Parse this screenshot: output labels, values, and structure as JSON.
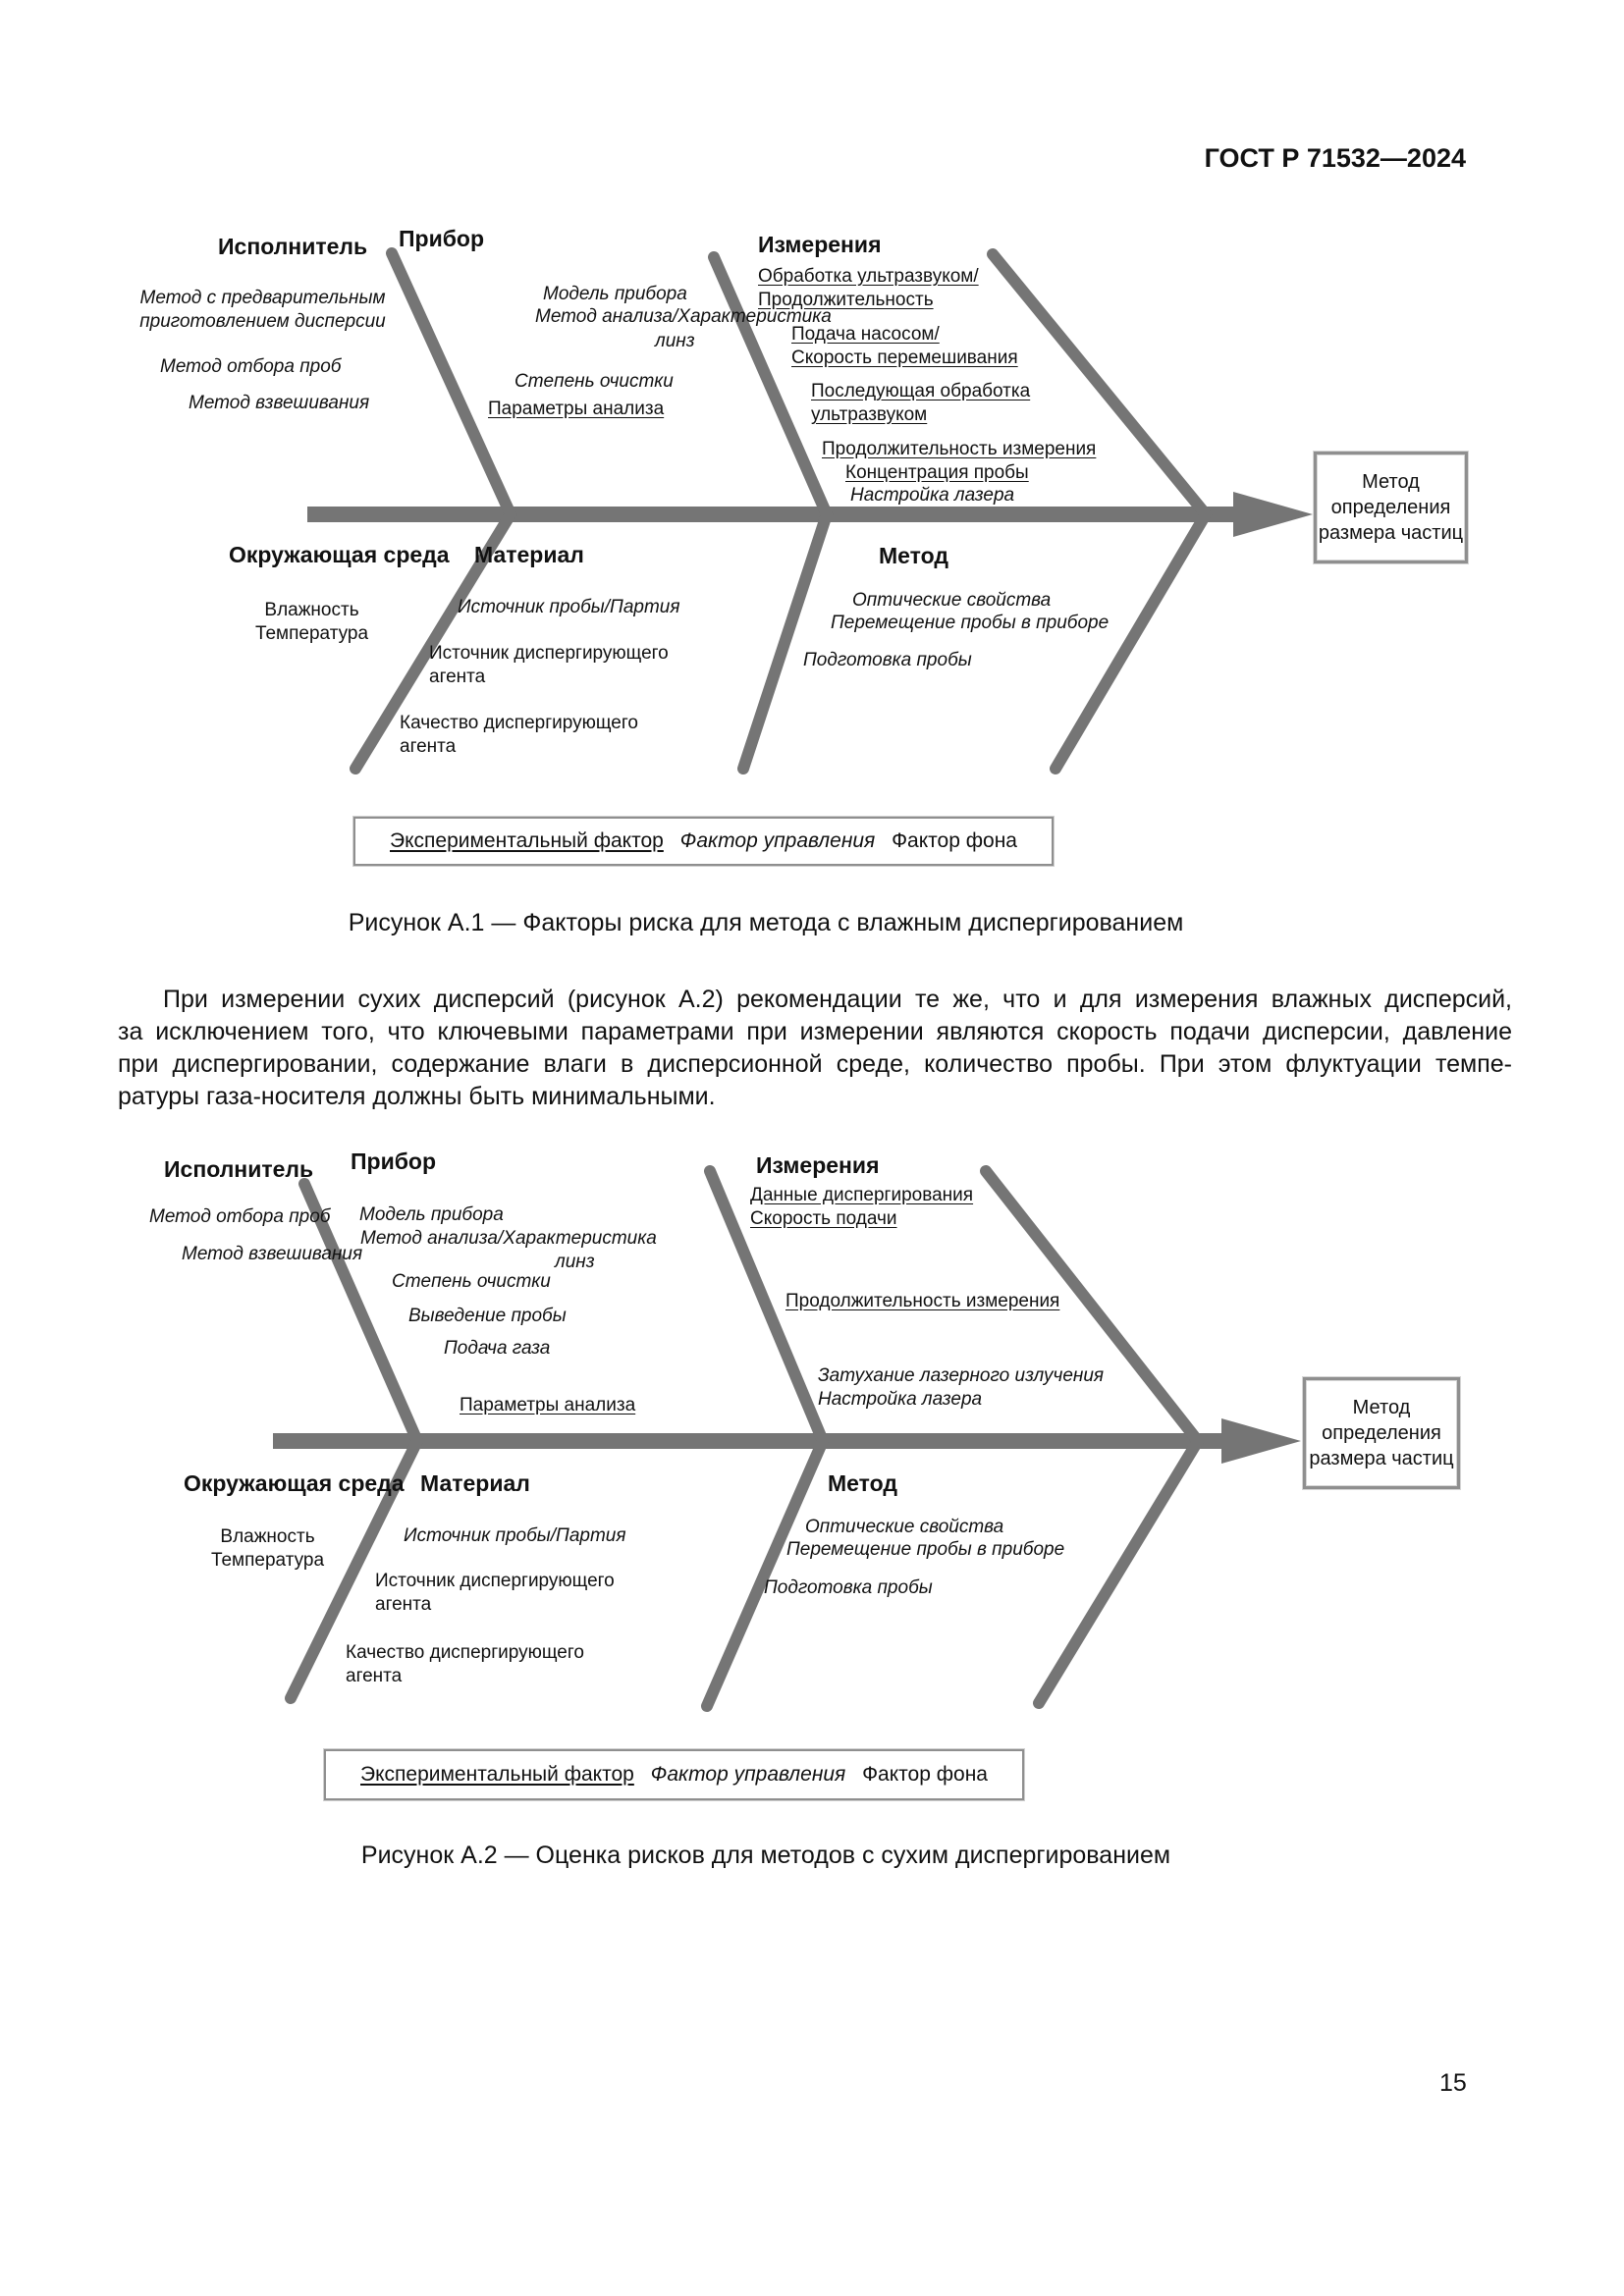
{
  "header": {
    "doc_code": "ГОСТ Р 71532—2024"
  },
  "footer": {
    "page_number": "15"
  },
  "intro_paragraph": {
    "l1": "При измерении сухих дисперсий (рисунок А.2) рекомендации те же, что и для измерения влажных дисперсий,",
    "l2": "за исключением того, что ключевыми параметрами при измерении являются скорость подачи дисперсии, давление",
    "l3": "при диспергировании, содержание влаги в дисперсионной среде, количество пробы. При этом флуктуации темпе-",
    "l4": "ратуры газа-носителя должны быть минимальными."
  },
  "legend": {
    "experimental": "Экспериментальный фактор",
    "control": "Фактор управления",
    "background": "Фактор фона"
  },
  "d1": {
    "caption": "Рисунок А.1 — Факторы риска для метода с влажным диспергированием",
    "result_box": "Метод определения размера частиц",
    "titles": {
      "executor": "Исполнитель",
      "device": "Прибор",
      "measurements": "Измерения",
      "environment": "Окружающая среда",
      "material": "Материал",
      "method": "Метод"
    },
    "labels": {
      "pre_dispersion": "Метод с предварительным\nприготовлением дисперсии",
      "sampling": "Метод отбора проб",
      "weighing": "Метод взвешивания",
      "device_model": "Модель прибора",
      "analysis_method": "Метод анализа/Характеристика",
      "lenses": "линз",
      "purity": "Степень очистки",
      "analysis_params": "Параметры анализа",
      "ultrasound": "Обработка ультразвуком/\nПродолжительность",
      "pump": "Подача насосом/\nСкорость перемешивания",
      "post_ultrasound": "Последующая обработка\nультразвуком",
      "duration": "Продолжительность измерения",
      "concentration": "Концентрация пробы",
      "laser_setup": "Настройка лазера",
      "humidity_temp": "Влажность\nТемпература",
      "sample_source": "Источник пробы/Партия",
      "dispersant_source": "Источник диспергирующего\nагента",
      "dispersant_quality": "Качество диспергирующего\nагента",
      "optical": "Оптические свойства",
      "movement": "Перемещение пробы в приборе",
      "preparation": "Подготовка пробы"
    }
  },
  "d2": {
    "caption": "Рисунок А.2 — Оценка рисков для методов с сухим диспергированием",
    "result_box": "Метод определения размера частиц",
    "titles": {
      "executor": "Исполнитель",
      "device": "Прибор",
      "measurements": "Измерения",
      "environment": "Окружающая среда",
      "material": "Материал",
      "method": "Метод"
    },
    "labels": {
      "sampling": "Метод отбора проб",
      "weighing": "Метод взвешивания",
      "device_model": "Модель прибора",
      "analysis_method": "Метод анализа/Характеристика",
      "lenses": "линз",
      "purity": "Степень очистки",
      "sample_output": "Выведение пробы",
      "gas_supply": "Подача газа",
      "analysis_params": "Параметры анализа",
      "dispersion_data": "Данные диспергирования\nСкорость подачи",
      "duration": "Продолжительность измерения",
      "laser": "Затухание лазерного излучения\nНастройка лазера",
      "humidity_temp": "Влажность\nТемпература",
      "sample_source": "Источник пробы/Партия",
      "dispersant_source": "Источник диспергирующего\nагента",
      "dispersant_quality": "Качество диспергирующего\nагента",
      "optical": "Оптические свойства",
      "movement": "Перемещение пробы в приборе",
      "preparation": "Подготовка пробы"
    }
  }
}
